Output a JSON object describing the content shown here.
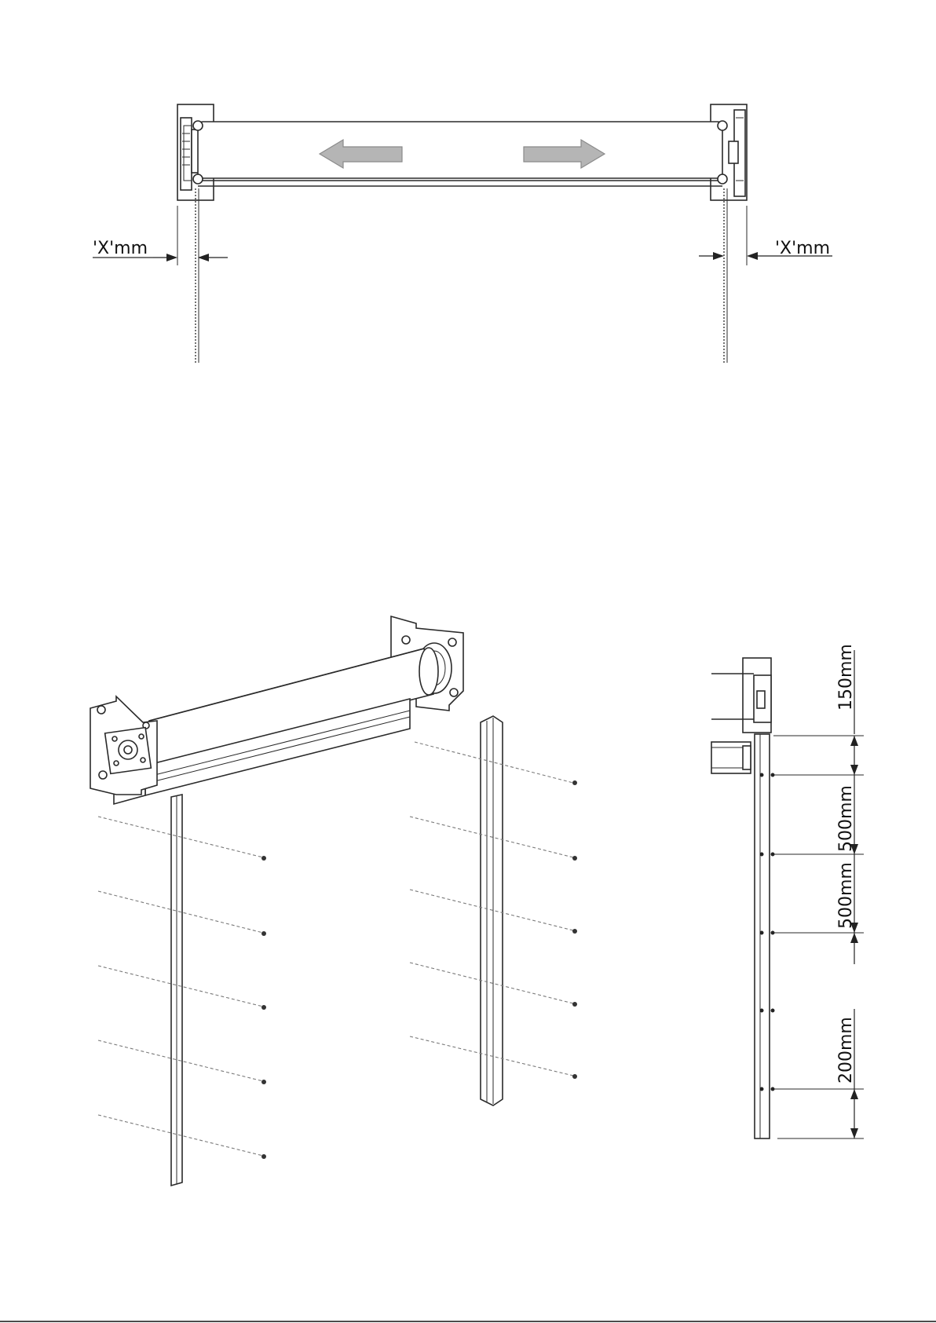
{
  "top_view": {
    "left_gap_label": "'X'mm",
    "right_gap_label": "'X'mm"
  },
  "side_view": {
    "dimensions": [
      "150mm",
      "500mm",
      "500mm",
      "200mm"
    ]
  }
}
